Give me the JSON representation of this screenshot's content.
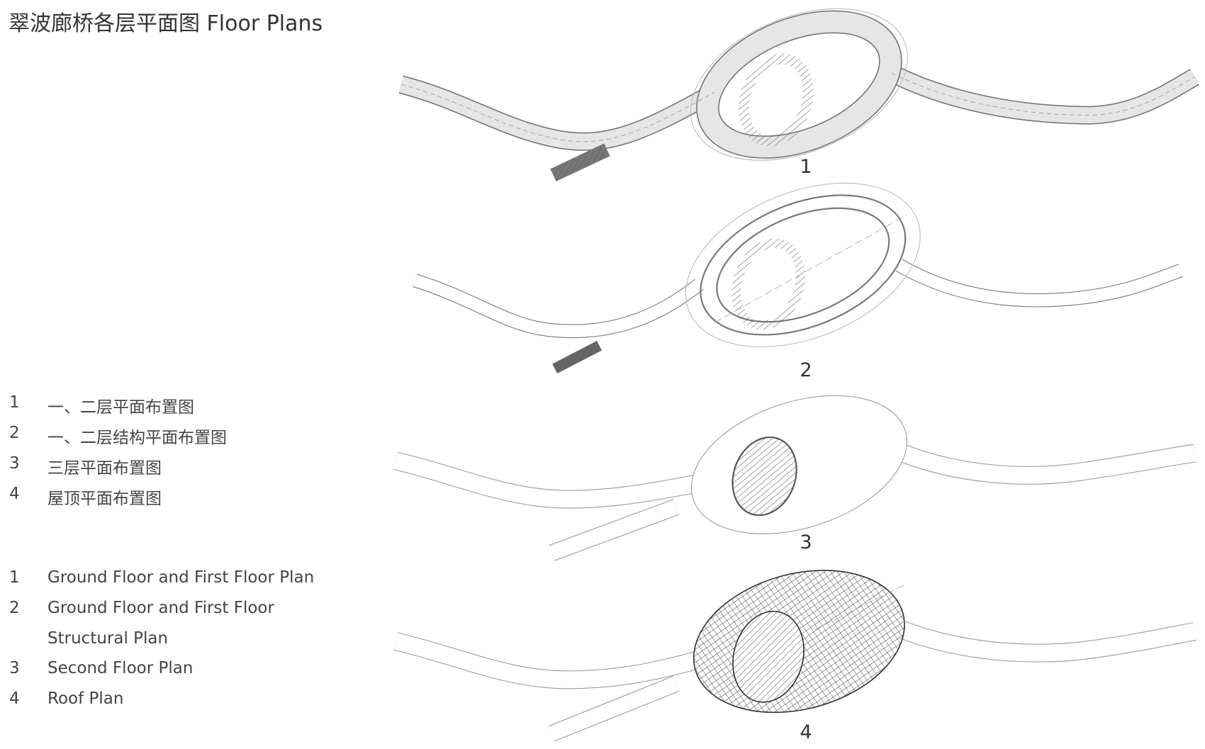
{
  "title": "翠波廊桥各层平面图  Floor Plans",
  "legend_cn": [
    {
      "num": "1",
      "text": "一、二层平面布置图"
    },
    {
      "num": "2",
      "text": "一、二层结构平面布置图"
    },
    {
      "num": "3",
      "text": "三层平面布置图"
    },
    {
      "num": "4",
      "text": "屋顶平面布置图"
    }
  ],
  "legend_en": [
    {
      "num": "1",
      "text": "Ground Floor and First Floor Plan"
    },
    {
      "num": "2",
      "text": "Ground Floor and First Floor"
    },
    {
      "num": "",
      "text": "Structural Plan"
    },
    {
      "num": "3",
      "text": "Second Floor Plan"
    },
    {
      "num": "4",
      "text": "Roof Plan"
    }
  ],
  "plans": [
    {
      "label": "1"
    },
    {
      "label": "2"
    },
    {
      "label": "3"
    },
    {
      "label": "4"
    }
  ]
}
